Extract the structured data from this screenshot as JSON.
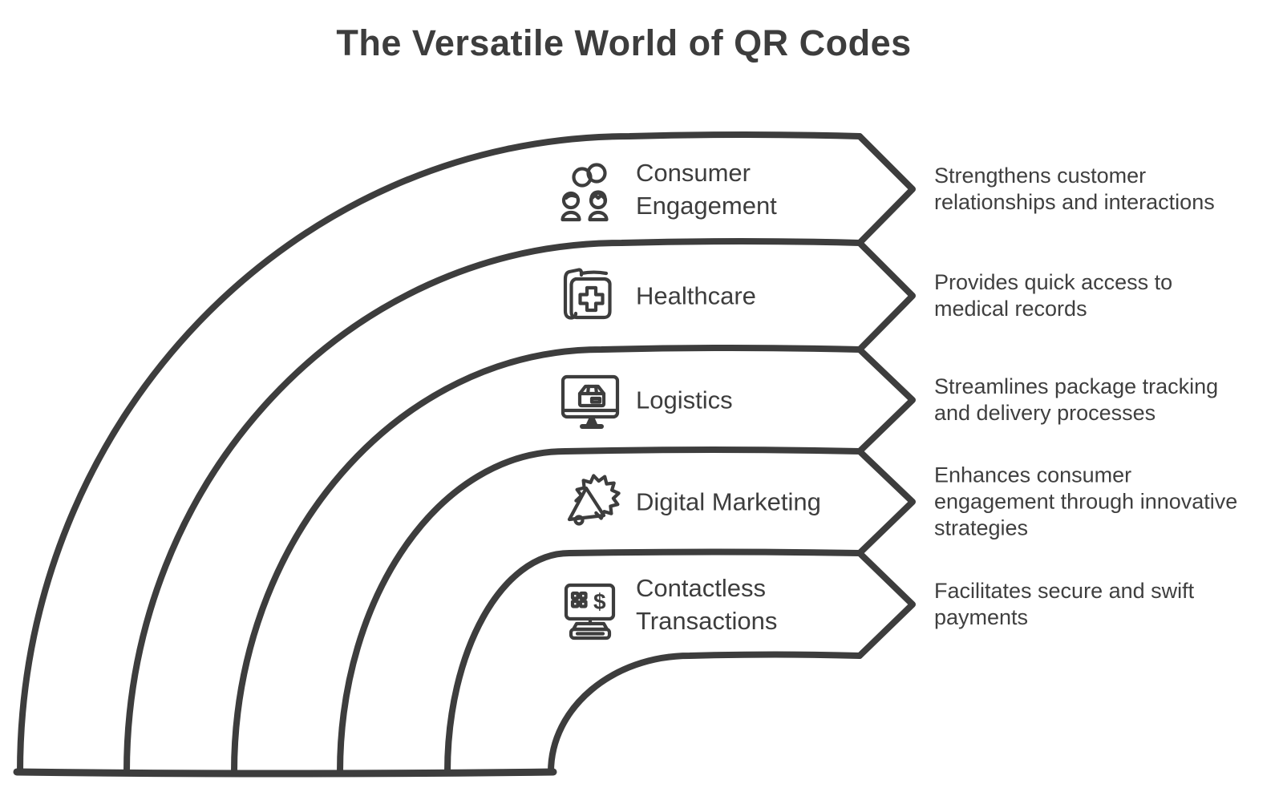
{
  "title": "The Versatile World of QR Codes",
  "colors": {
    "ink": "#3d3d3d",
    "background": "#ffffff"
  },
  "items": [
    {
      "label": "Consumer Engagement",
      "description": "Strengthens customer relationships and interactions",
      "icon": "consumer-engagement-icon"
    },
    {
      "label": "Healthcare",
      "description": "Provides quick access to medical records",
      "icon": "medical-folder-icon"
    },
    {
      "label": "Logistics",
      "description": "Streamlines package tracking and delivery processes",
      "icon": "package-monitor-icon"
    },
    {
      "label": "Digital Marketing",
      "description": "Enhances consumer engagement through innovative strategies",
      "icon": "megaphone-badge-icon"
    },
    {
      "label": "Contactless Transactions",
      "description": "Facilitates secure and swift payments",
      "icon": "pos-terminal-icon"
    }
  ]
}
